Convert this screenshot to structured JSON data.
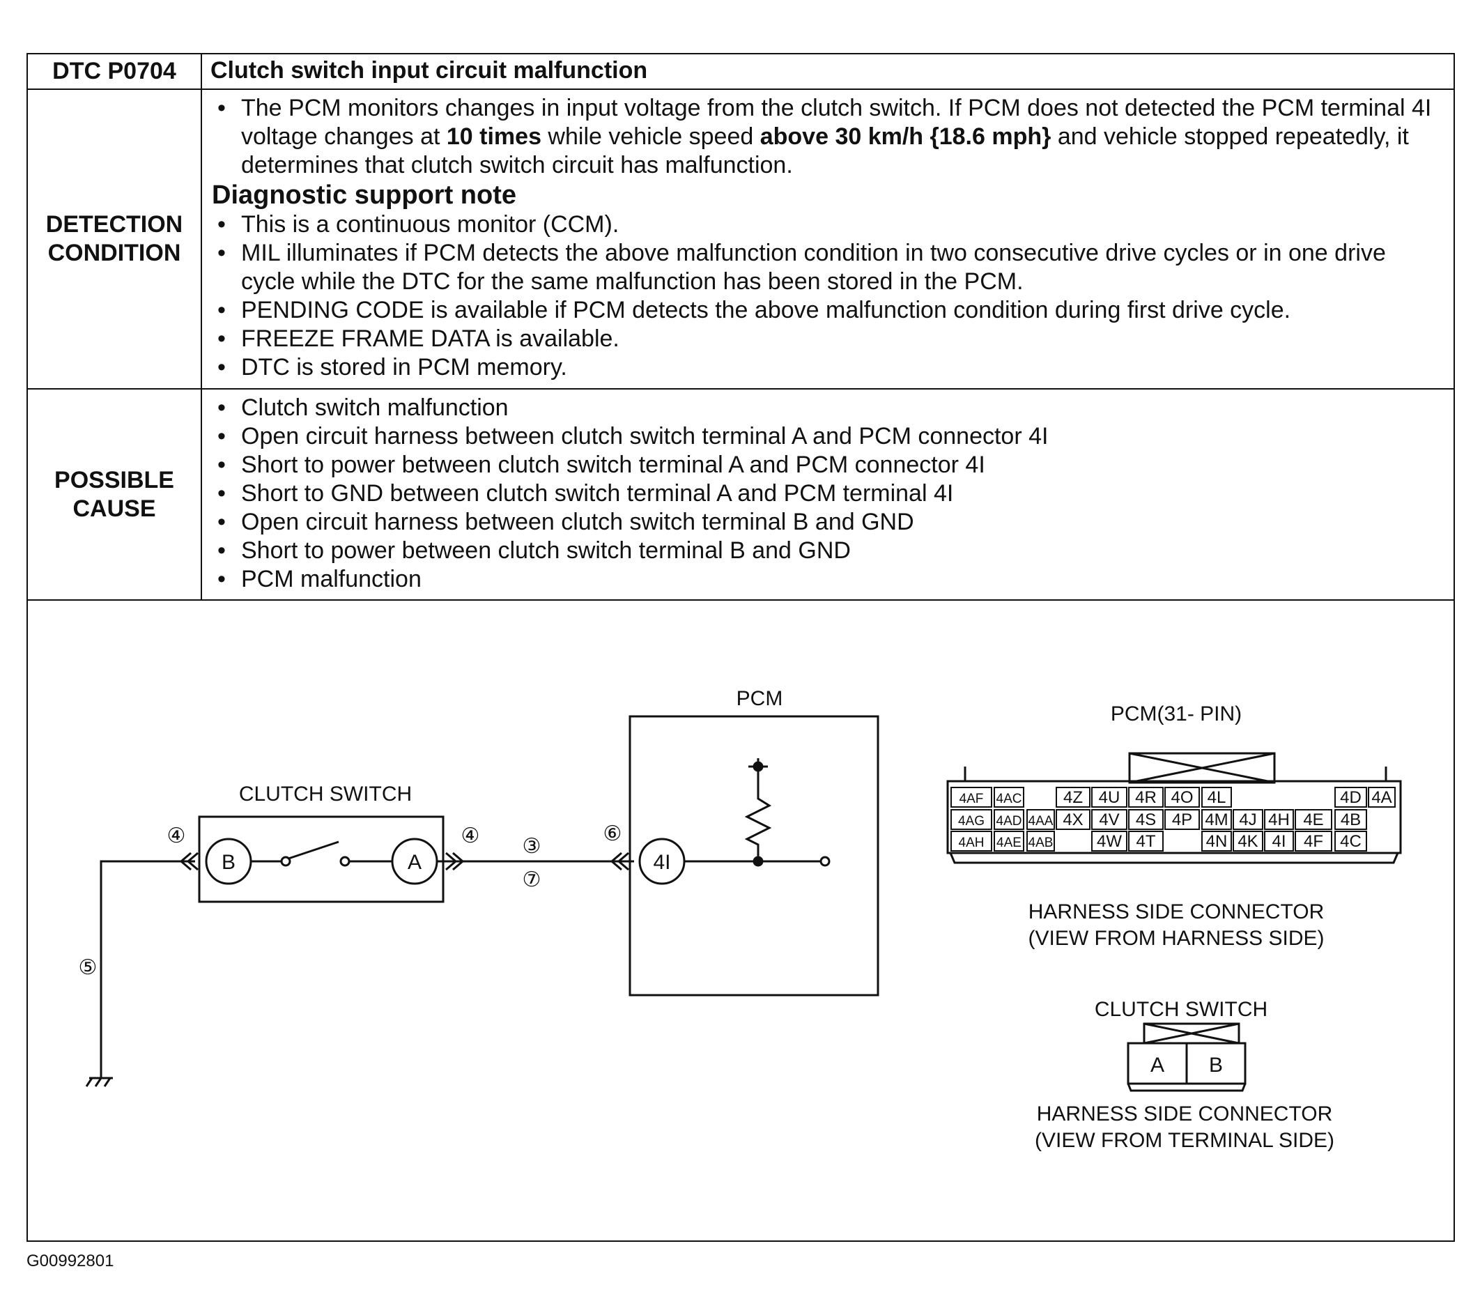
{
  "dtc": {
    "code": "DTC P0704",
    "title": "Clutch switch input circuit malfunction"
  },
  "detection": {
    "label_line1": "DETECTION",
    "label_line2": "CONDITION",
    "para_pre": "The PCM monitors changes in input voltage from the clutch switch. If PCM does not detected the PCM terminal 4I voltage changes at ",
    "para_bold1": "10 times",
    "para_mid": " while vehicle speed ",
    "para_bold2": "above 30 km/h {18.6 mph}",
    "para_post": " and vehicle stopped repeatedly, it determines that clutch switch circuit has malfunction.",
    "note_heading": "Diagnostic support note",
    "notes": [
      "This is a continuous monitor (CCM).",
      "MIL illuminates if PCM detects the above malfunction condition in two consecutive drive cycles or in one drive cycle while the DTC for the same malfunction has been stored in the PCM.",
      "PENDING CODE is available if PCM detects the above malfunction condition during first drive cycle.",
      "FREEZE FRAME DATA is available.",
      "DTC is stored in PCM memory."
    ]
  },
  "cause": {
    "label_line1": "POSSIBLE",
    "label_line2": "CAUSE",
    "items": [
      "Clutch switch malfunction",
      "Open circuit harness between clutch switch terminal A and PCM connector 4I",
      "Short to power between clutch switch terminal A and PCM connector 4I",
      "Short to GND between clutch switch terminal A and PCM terminal 4I",
      "Open circuit harness between clutch switch terminal B and GND",
      "Short to power between clutch switch terminal B and GND",
      "PCM malfunction"
    ]
  },
  "diagram": {
    "pcm_label": "PCM",
    "clutch_switch_label": "CLUTCH SWITCH",
    "terminal_b": "B",
    "terminal_a": "A",
    "pcm_terminal": "4I",
    "markers": [
      "④",
      "④",
      "③",
      "⑦",
      "⑥",
      "⑤"
    ],
    "pcm_connector_title": "PCM(31- PIN)",
    "pcm_pins_row1": [
      "4AF",
      "4AC",
      "4Z",
      "4U",
      "4R",
      "4O",
      "4L",
      "4D",
      "4A"
    ],
    "pcm_pins_row2": [
      "4AG",
      "4AD",
      "4AA",
      "4X",
      "4V",
      "4S",
      "4P",
      "4M",
      "4J",
      "4H",
      "4E",
      "4B"
    ],
    "pcm_pins_row3": [
      "4AH",
      "4AE",
      "4AB",
      "4W",
      "4T",
      "4N",
      "4K",
      "4I",
      "4F",
      "4C"
    ],
    "pcm_conn_caption1": "HARNESS SIDE CONNECTOR",
    "pcm_conn_caption2": "(VIEW FROM HARNESS SIDE)",
    "cs_connector_title": "CLUTCH SWITCH",
    "cs_pin_a": "A",
    "cs_pin_b": "B",
    "cs_conn_caption1": "HARNESS SIDE CONNECTOR",
    "cs_conn_caption2": "(VIEW FROM TERMINAL SIDE)"
  },
  "footer": {
    "figure_id": "G00992801"
  }
}
